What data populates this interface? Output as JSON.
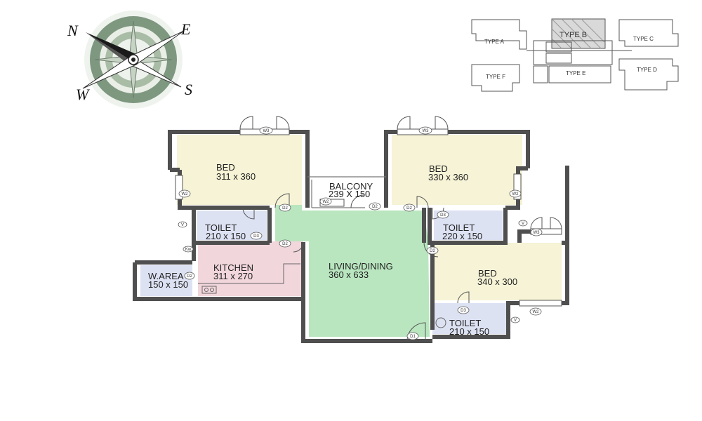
{
  "compass": {
    "north": "N",
    "east": "E",
    "south": "S",
    "west": "W"
  },
  "key_plan": {
    "type_a": "TYPE A",
    "type_b": "TYPE B",
    "type_c": "TYPE C",
    "type_d": "TYPE D",
    "type_e": "TYPE E",
    "type_f": "TYPE F"
  },
  "rooms": {
    "bed1": {
      "name": "BED",
      "size": "311 x 360"
    },
    "bed2": {
      "name": "BED",
      "size": "330 x 360"
    },
    "bed3": {
      "name": "BED",
      "size": "340 x 300"
    },
    "balcony": {
      "name": "BALCONY",
      "size": "239 X 150"
    },
    "toilet1": {
      "name": "TOILET",
      "size": "210 x 150"
    },
    "toilet2": {
      "name": "TOILET",
      "size": "220 x 150"
    },
    "toilet3": {
      "name": "TOILET",
      "size": "210 x 150"
    },
    "kitchen": {
      "name": "KITCHEN",
      "size": "311 x 270"
    },
    "warea": {
      "name": "W.AREA",
      "size": "150 x 150"
    },
    "living": {
      "name": "LIVING/DINING",
      "size": "360 x 633"
    }
  },
  "doors": {
    "d1": "D1",
    "d2": "D2",
    "d3": "D3",
    "w2": "W2",
    "w3": "W3",
    "v": "V",
    "kw": "Kw"
  },
  "colors": {
    "bed": "#f6f3d6",
    "toilet": "#dde2f3",
    "kitchen": "#f1d6dc",
    "living": "#b9e6bf",
    "walls": "#4f4f4f",
    "compass": "#7e9880"
  }
}
